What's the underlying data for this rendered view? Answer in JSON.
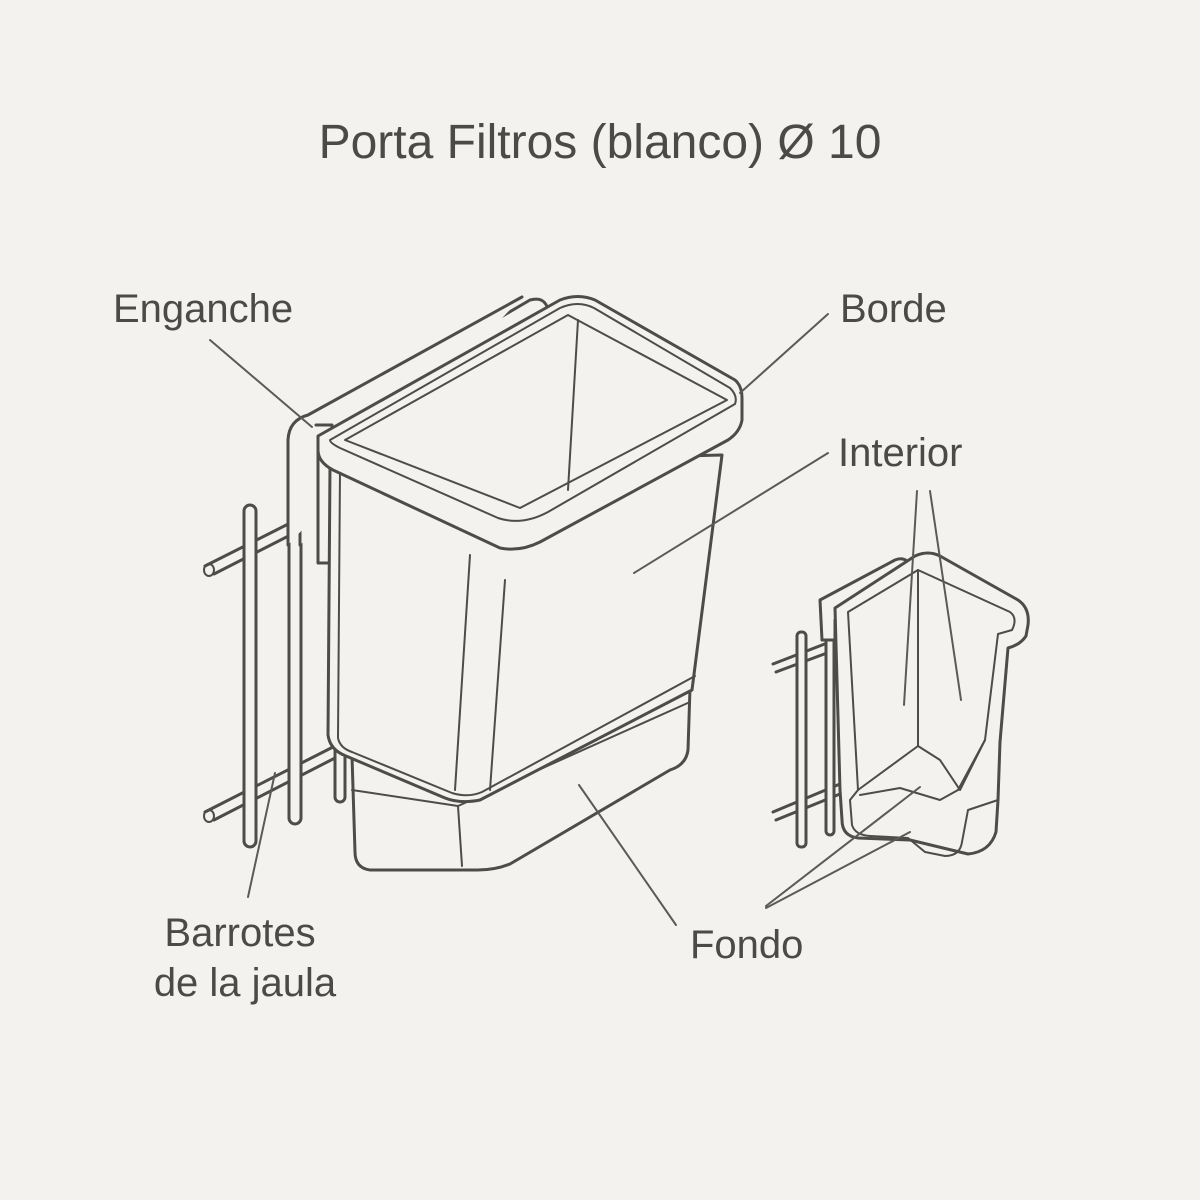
{
  "title": "Porta Filtros (blanco) Ø 10",
  "labels": {
    "enganche": "Enganche",
    "borde": "Borde",
    "interior": "Interior",
    "barrotes_line1": "Barrotes",
    "barrotes_line2": "de la jaula",
    "fondo": "Fondo"
  }
}
